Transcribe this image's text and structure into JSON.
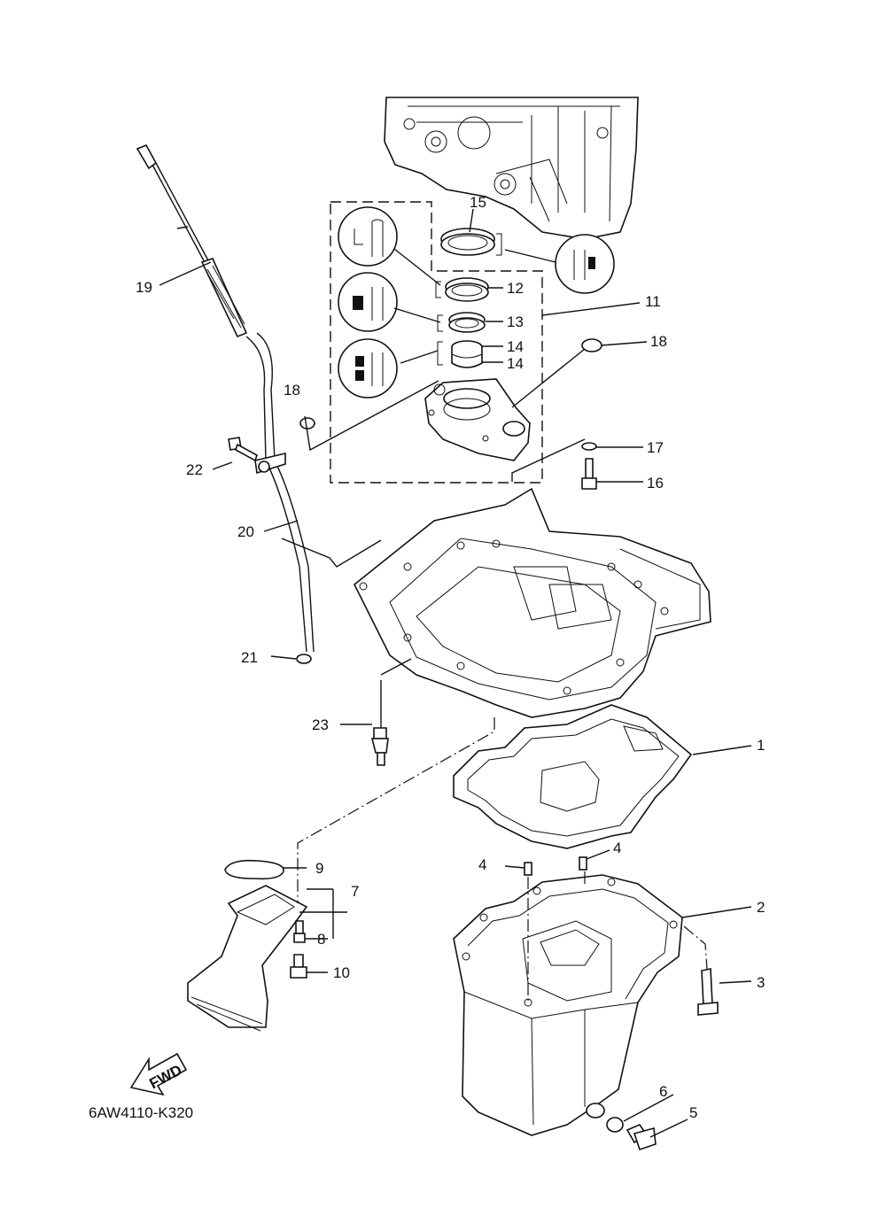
{
  "reference_code": "6AW4110-K320",
  "fwd_label": "FWD",
  "callouts": {
    "p1": "1",
    "p2": "2",
    "p3": "3",
    "p4a": "4",
    "p4b": "4",
    "p5": "5",
    "p6": "6",
    "p7": "7",
    "p8": "8",
    "p9": "9",
    "p10": "10",
    "p11": "11",
    "p12": "12",
    "p13": "13",
    "p14a": "14",
    "p14b": "14",
    "p15": "15",
    "p16": "16",
    "p17": "17",
    "p18a": "18",
    "p18b": "18",
    "p19": "19",
    "p20": "20",
    "p21": "21",
    "p22": "22",
    "p23": "23"
  }
}
